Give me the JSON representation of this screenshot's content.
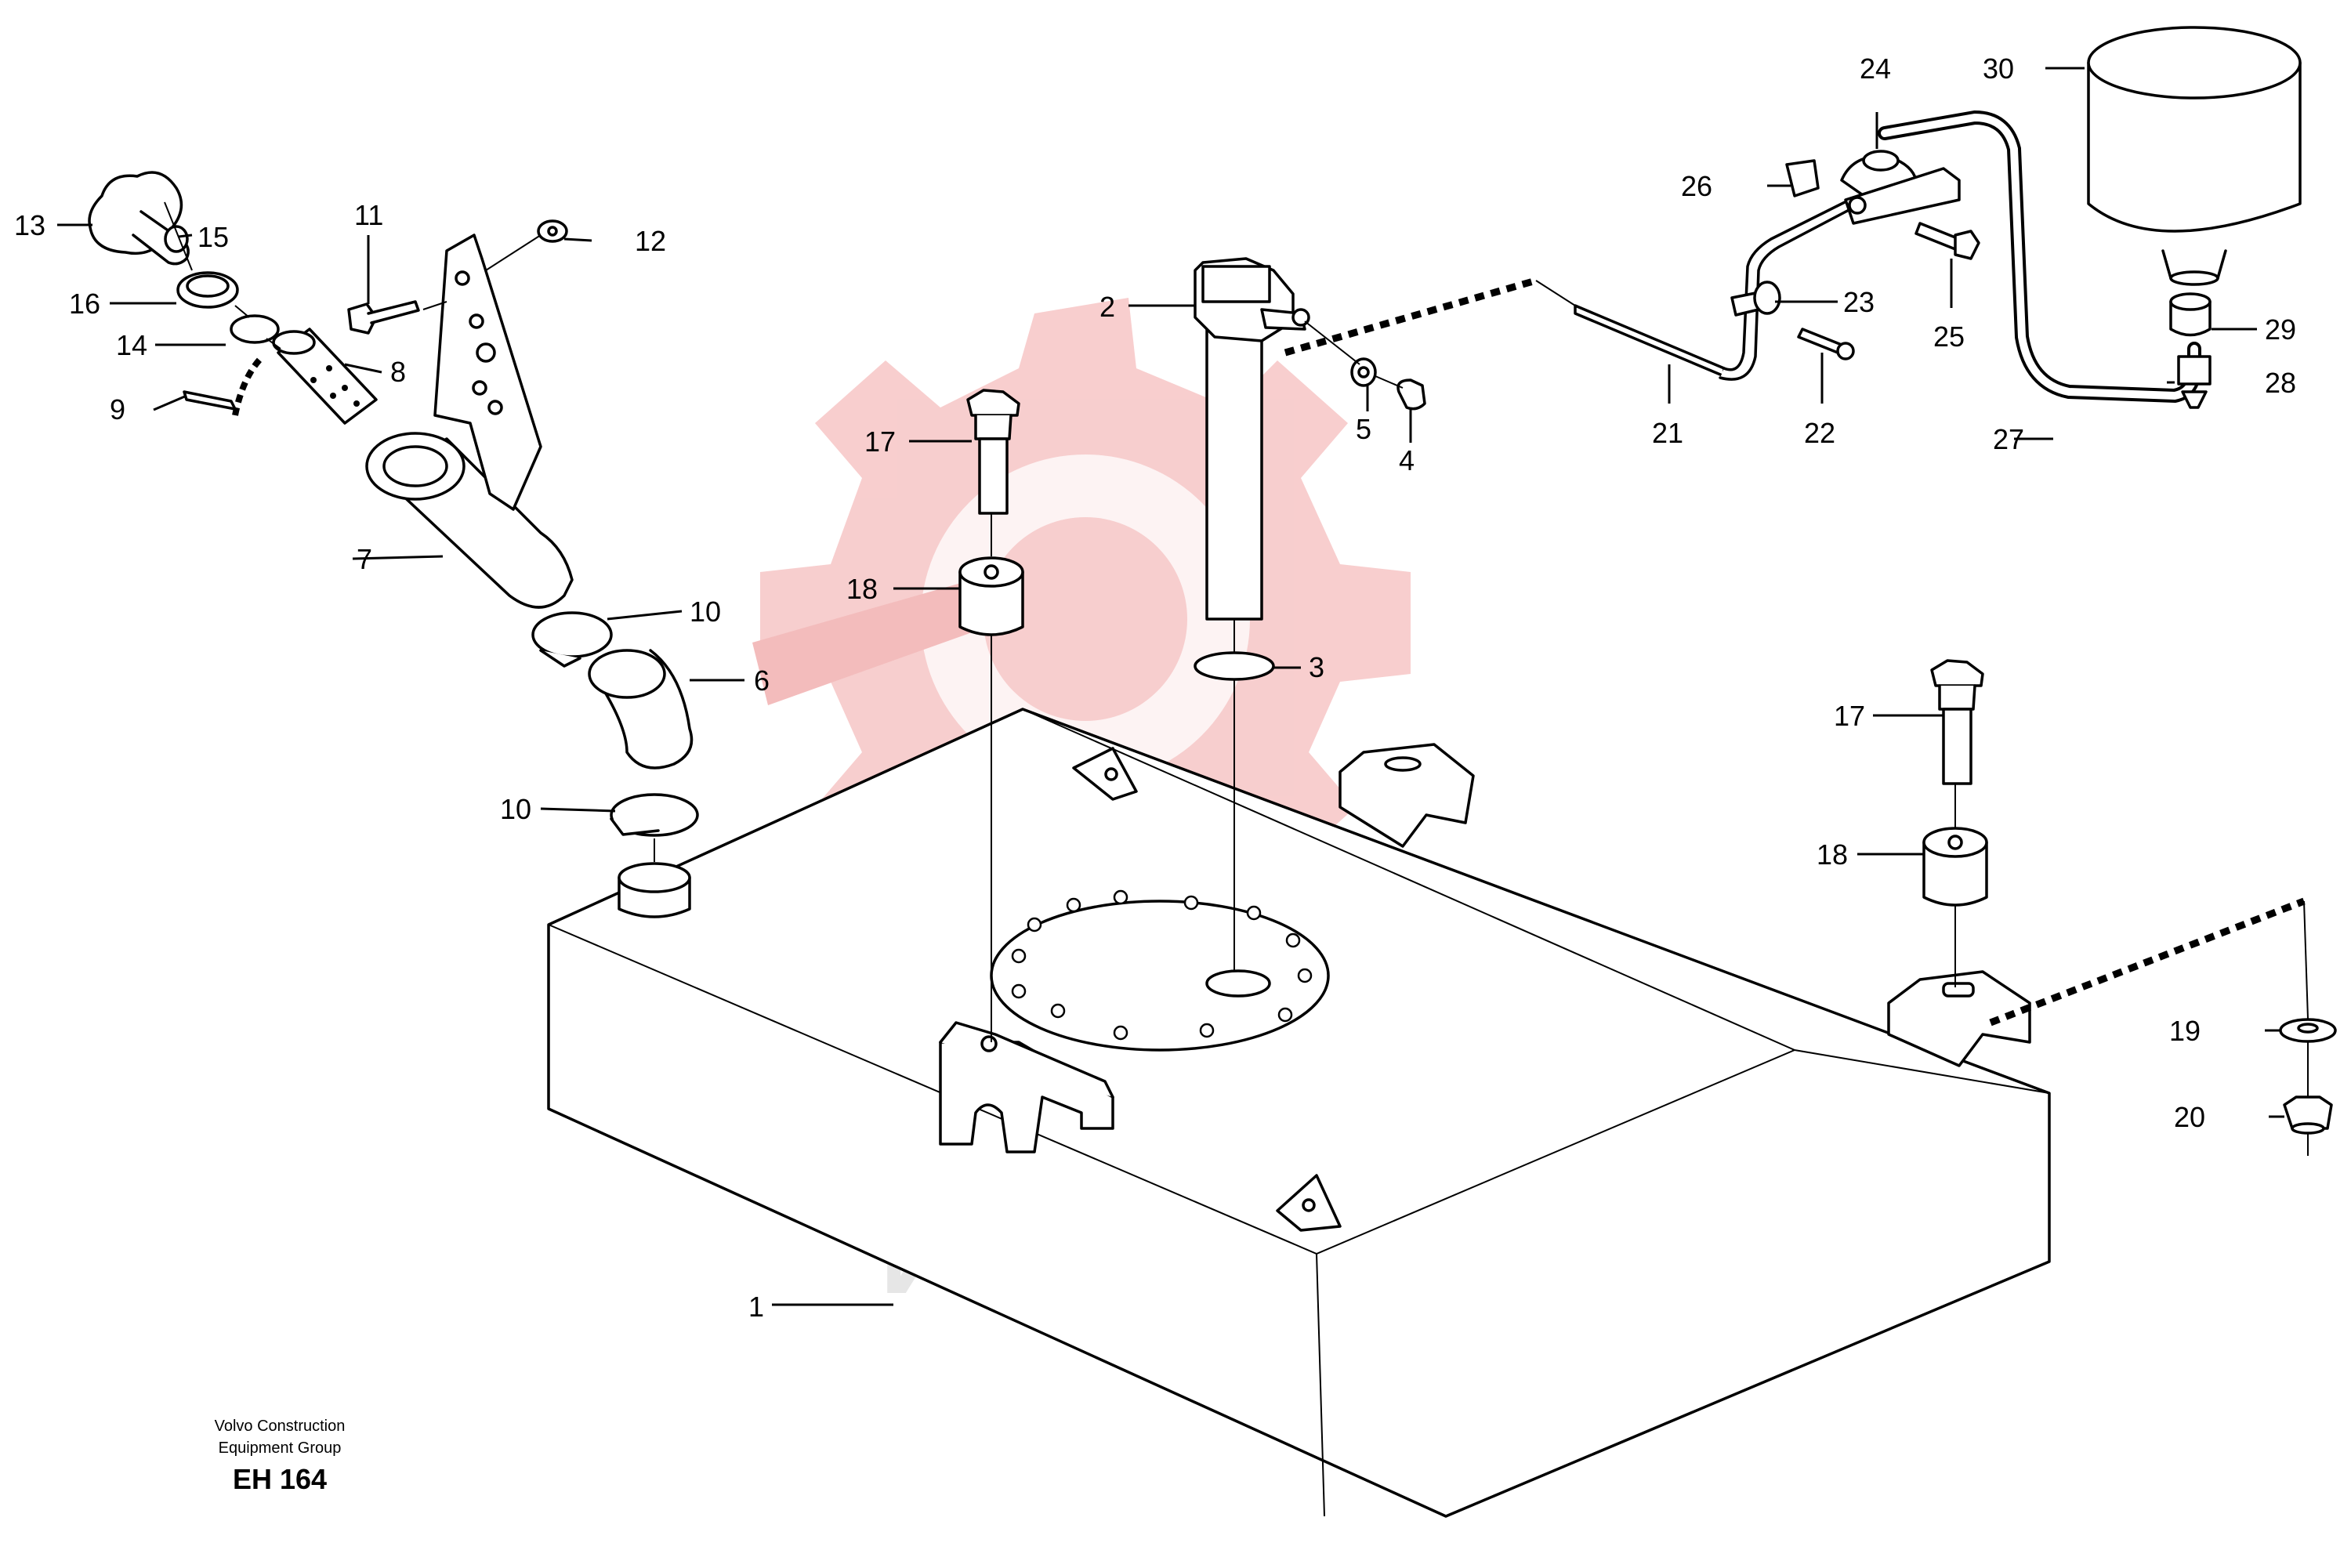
{
  "callouts": [
    "1",
    "2",
    "3",
    "4",
    "5",
    "6",
    "7",
    "8",
    "9",
    "10",
    "10",
    "11",
    "12",
    "13",
    "14",
    "15",
    "16",
    "17",
    "17",
    "18",
    "18",
    "19",
    "20",
    "21",
    "22",
    "23",
    "24",
    "25",
    "26",
    "27",
    "28",
    "29",
    "30"
  ],
  "watermark": "ИНТЕХ",
  "footer": {
    "line1": "Volvo Construction",
    "line2": "Equipment Group",
    "code": "EH 164"
  },
  "colors": {
    "watermark_gear": "#f7c9c9",
    "watermark_text": "#e6e6e6",
    "line": "#000000"
  }
}
